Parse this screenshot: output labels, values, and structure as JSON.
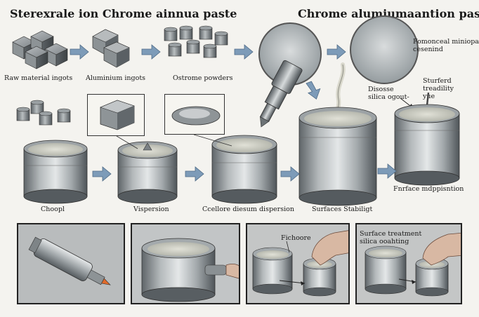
{
  "titles": {
    "left": "Sterexrale ion Chrome ainnua paste",
    "right": "Chrome alumiumaantion paste"
  },
  "row1_labels": {
    "raw": "Raw material ingots",
    "ingots": "Aluminium ingots",
    "powders": "Ostrome powders"
  },
  "bubble_labels": {
    "right_bubble": "Fomonceal miniopa\ncesenind",
    "right_note": "Sturferd\ntreadility\nyue",
    "silica": "Disosse\nsilica ogout-"
  },
  "row2_labels": {
    "choopl": "Choopl",
    "vispersion": "Vispersion",
    "dispersion": "Ccellore diesum dispersion",
    "stability": "Surfaces Stabiligt",
    "final": "Fnrface mdppisntion"
  },
  "bottom_labels": {
    "fichoore": "Fichoore",
    "surface": "Surface treatment\nsilica ooahting"
  },
  "colors": {
    "metal_light": "#dfe2e3",
    "metal_dark": "#6d7377",
    "arrow": "#7d9bb8",
    "paste": "#cfd0c6"
  }
}
